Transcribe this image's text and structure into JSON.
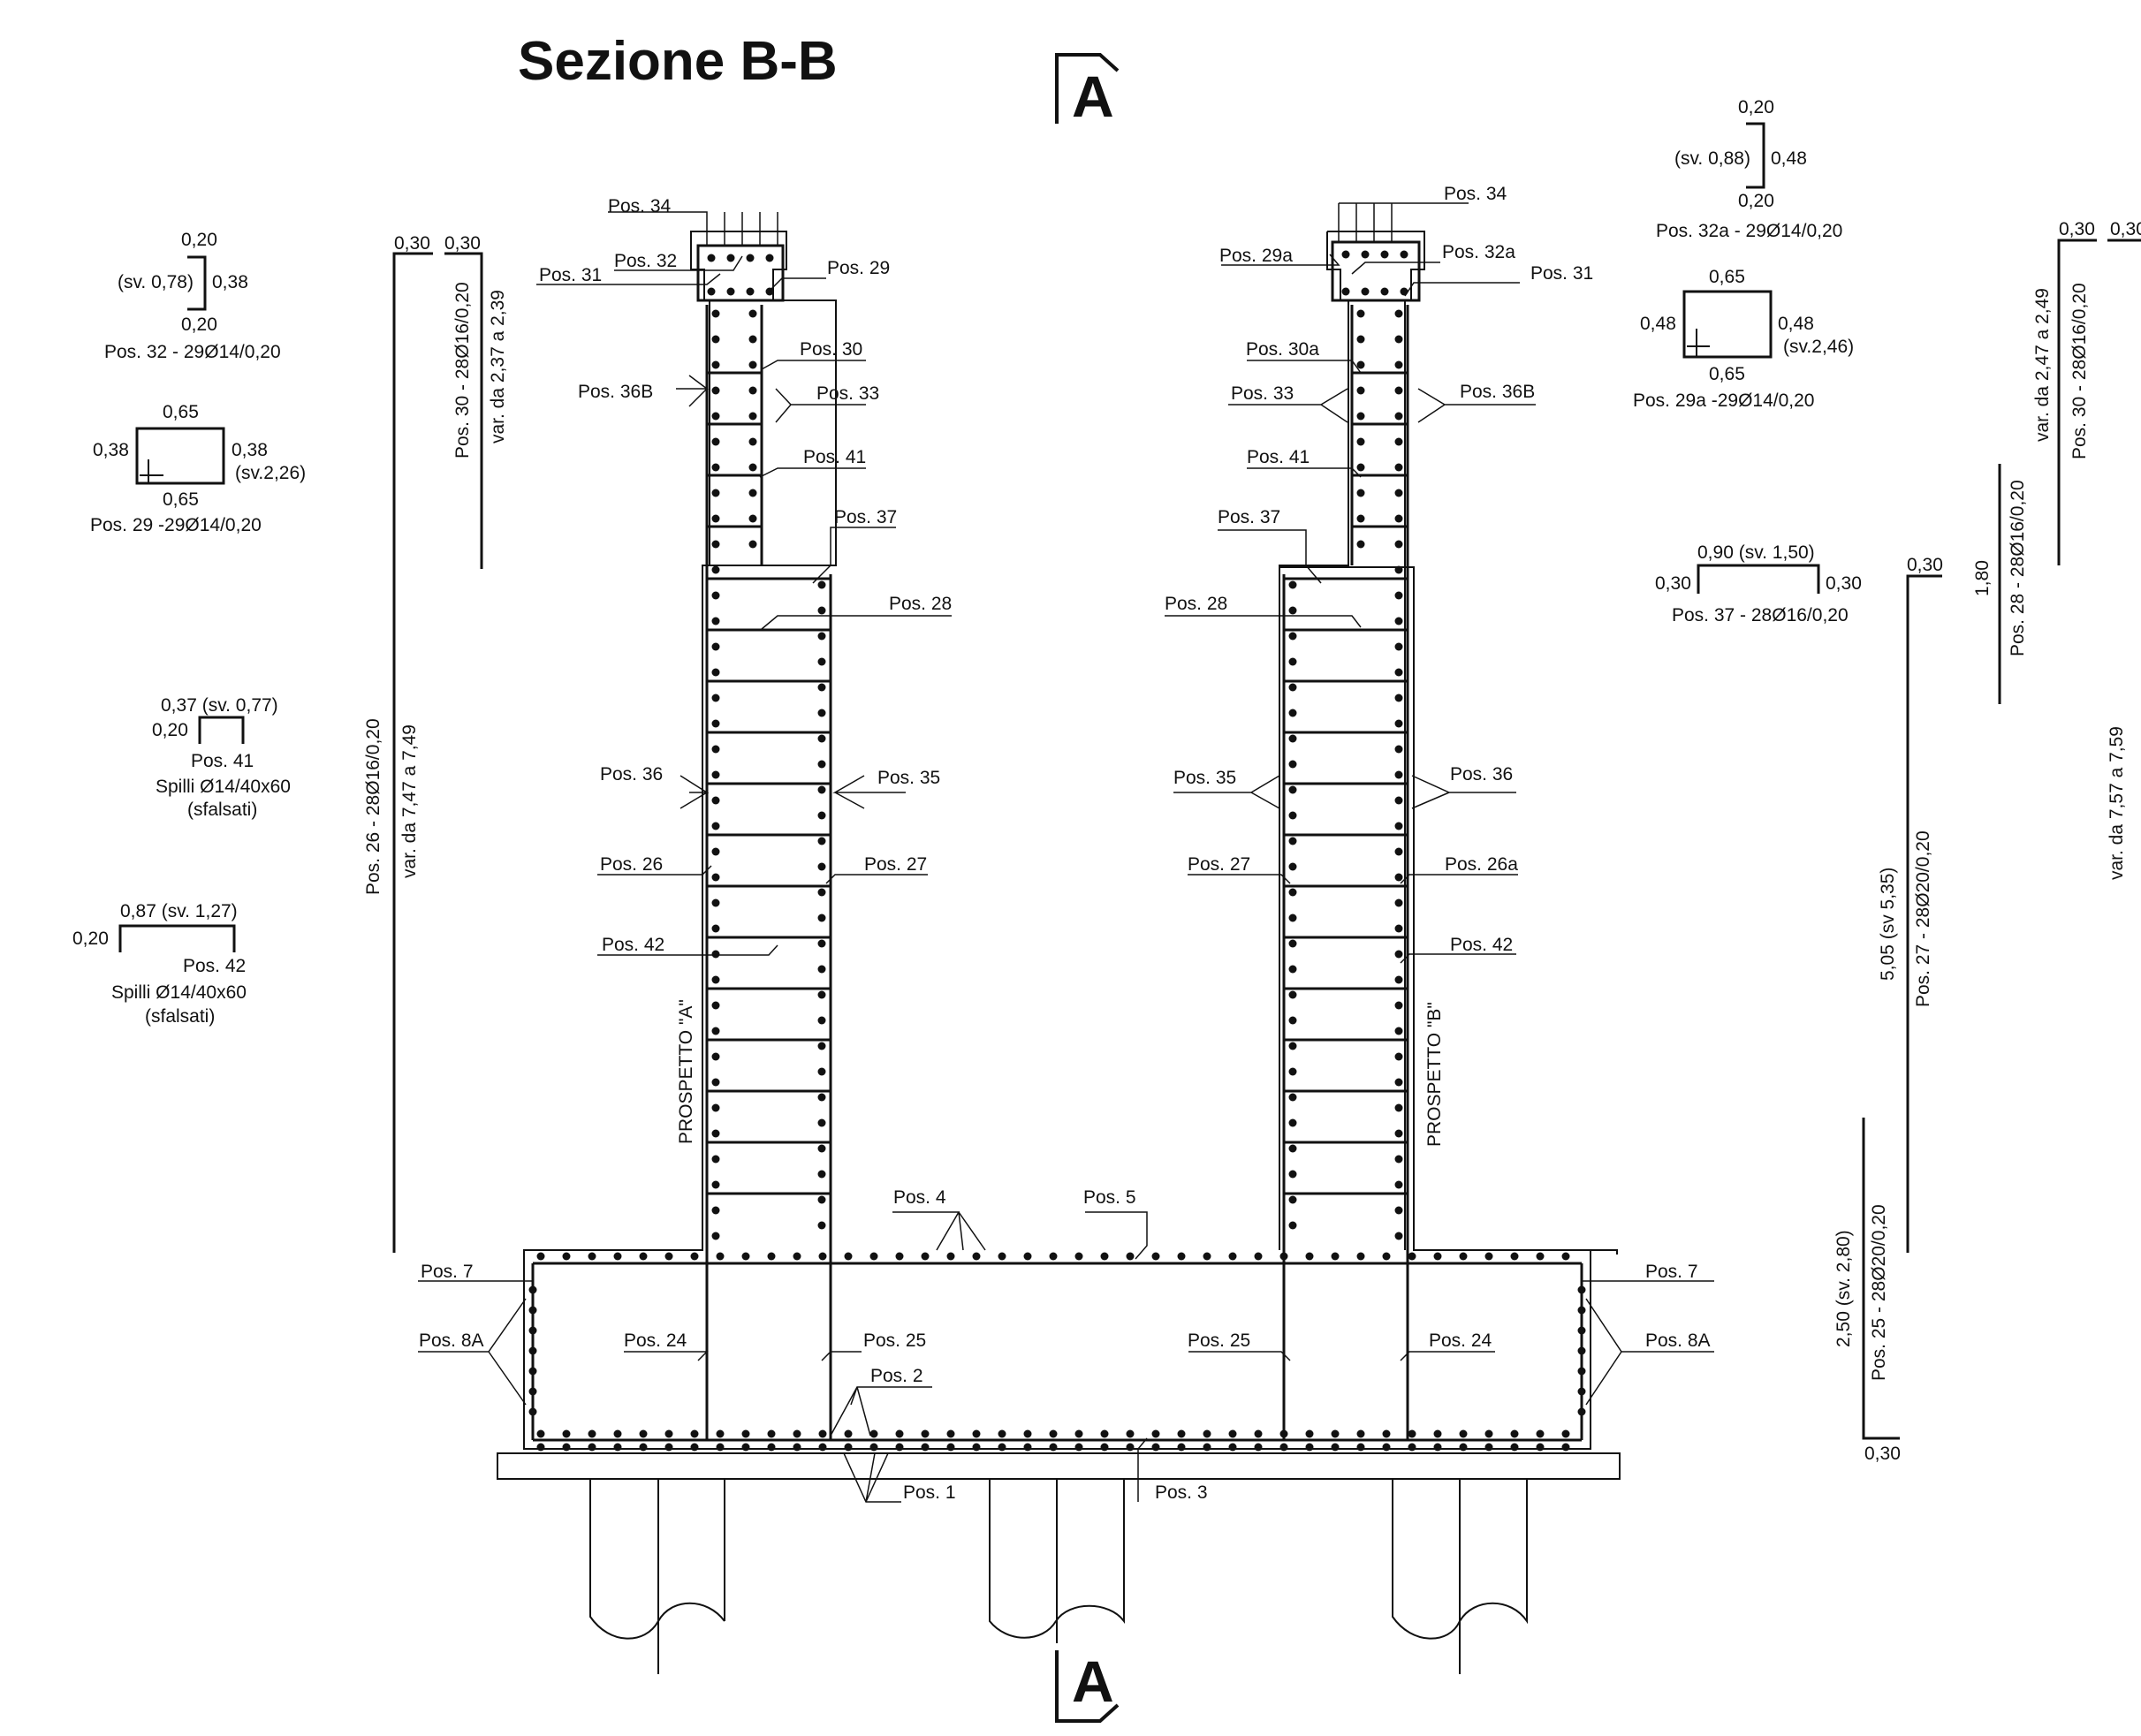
{
  "title": "Sezione B-B",
  "section_marks": {
    "top": "A",
    "bottom": "A"
  },
  "elevations": {
    "left": "PROSPETTO \"A\"",
    "right": "PROSPETTO \"B\""
  },
  "labels": {
    "p1": "Pos. 1",
    "p2": "Pos. 2",
    "p3": "Pos. 3",
    "p4": "Pos. 4",
    "p5": "Pos. 5",
    "p7": "Pos. 7",
    "p8a": "Pos. 8A",
    "p24": "Pos. 24",
    "p25": "Pos. 25",
    "p26": "Pos. 26",
    "p26a": "Pos. 26a",
    "p27": "Pos. 27",
    "p28": "Pos. 28",
    "p29": "Pos. 29",
    "p29a": "Pos. 29a",
    "p30": "Pos. 30",
    "p30a": "Pos. 30a",
    "p31": "Pos. 31",
    "p32": "Pos. 32",
    "p32a": "Pos. 32a",
    "p33": "Pos. 33",
    "p34": "Pos. 34",
    "p35": "Pos. 35",
    "p36": "Pos. 36",
    "p36b": "Pos. 36B",
    "p37": "Pos. 37",
    "p41": "Pos. 41",
    "p42": "Pos. 42"
  },
  "schedules": {
    "p32": {
      "top": "0,20",
      "mid": "(sv. 0,78)",
      "side": "0,38",
      "bot": "0,20",
      "caption": "Pos. 32 - 29Ø14/0,20"
    },
    "p29": {
      "top": "0,65",
      "left": "0,38",
      "right": "0,38",
      "sv": "(sv.2,26)",
      "bot": "0,65",
      "caption": "Pos. 29 -29Ø14/0,20"
    },
    "p41": {
      "dim": "0,37 (sv. 0,77)",
      "leg": "0,20",
      "pos": "Pos. 41",
      "desc": "Spilli Ø14/40x60",
      "note": "(sfalsati)"
    },
    "p42": {
      "dim": "0,87 (sv. 1,27)",
      "leg": "0,20",
      "pos": "Pos. 42",
      "desc": "Spilli Ø14/40x60",
      "note": "(sfalsati)"
    },
    "p26": {
      "top_a": "0,30",
      "top_b": "0,30",
      "text": "Pos. 26 - 28Ø16/0,20",
      "var": "var. da 7,47 a 7,49"
    },
    "p30l": {
      "text": "Pos. 30 - 28Ø16/0,20",
      "var": "var. da 2,37 a 2,39"
    },
    "p32a": {
      "top": "0,20",
      "mid": "(sv. 0,88)",
      "side": "0,48",
      "bot": "0,20",
      "caption": "Pos. 32a - 29Ø14/0,20"
    },
    "p29a": {
      "top": "0,65",
      "left": "0,48",
      "right": "0,48",
      "sv": "(sv.2,46)",
      "bot": "0,65",
      "caption": "Pos. 29a -29Ø14/0,20"
    },
    "p37": {
      "dim": "0,90 (sv. 1,50)",
      "left": "0,30",
      "right": "0,30",
      "caption": "Pos. 37 - 28Ø16/0,20"
    },
    "p28": {
      "len": "1,80",
      "text": "Pos. 28 - 28Ø16/0,20"
    },
    "p27": {
      "top": "0,30",
      "dim": "5,05 (sv 5,35)",
      "text": "Pos. 27 - 28Ø20/0,20"
    },
    "p25": {
      "dim": "2,50 (sv. 2,80)",
      "text": "Pos. 25 - 28Ø20/0,20",
      "bot": "0,30"
    },
    "p30r": {
      "top_a": "0,30",
      "top_b": "0,30",
      "var": "var. da 2,47 a 2,49",
      "text": "Pos. 30 - 28Ø16/0,20"
    },
    "p26r": {
      "var": "var. da 7,57 a 7,59"
    }
  }
}
